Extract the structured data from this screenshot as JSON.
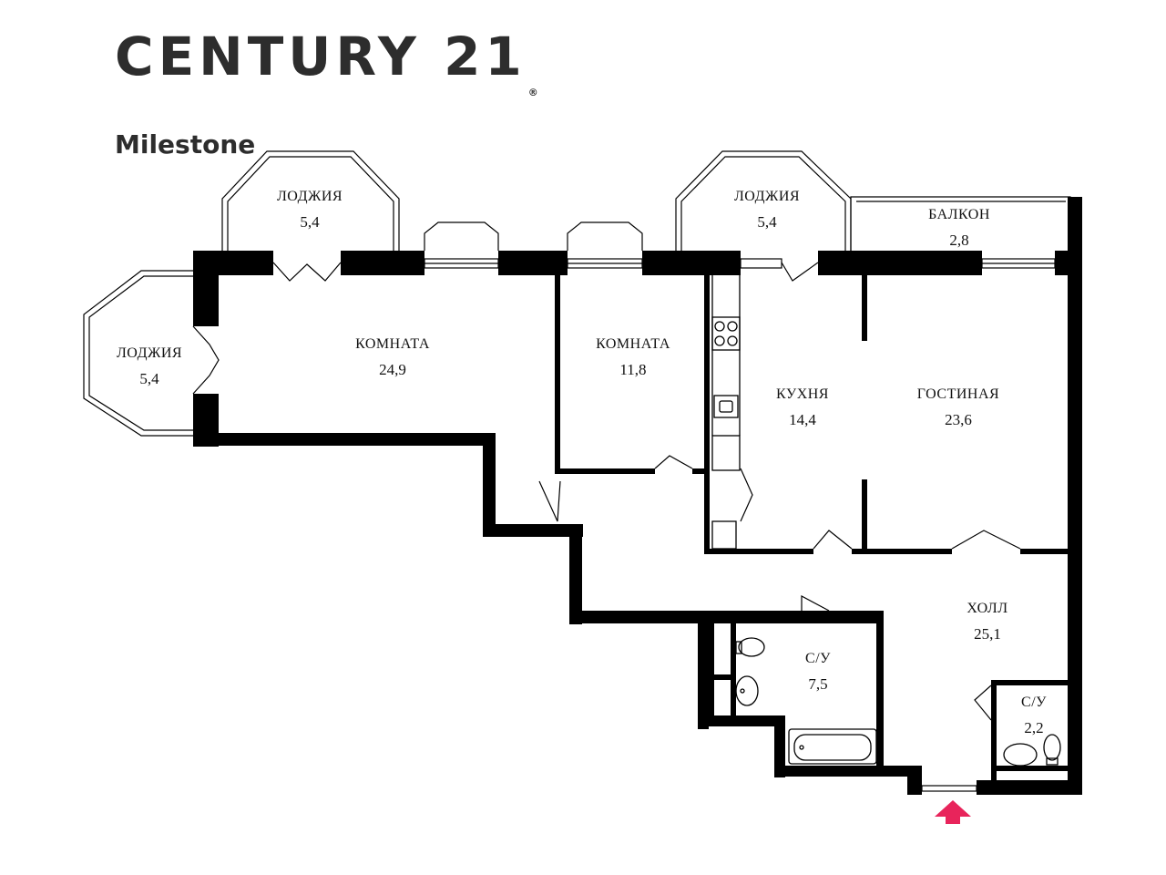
{
  "brand": {
    "name": "CENTURY 21",
    "registered": "®",
    "office": "Milestone"
  },
  "rooms": {
    "loggia_top_left": {
      "name": "ЛОДЖИЯ",
      "area": "5,4"
    },
    "loggia_top_right": {
      "name": "ЛОДЖИЯ",
      "area": "5,4"
    },
    "loggia_left": {
      "name": "ЛОДЖИЯ",
      "area": "5,4"
    },
    "balcony": {
      "name": "БАЛКОН",
      "area": "2,8"
    },
    "room_large": {
      "name": "КОМНАТА",
      "area": "24,9"
    },
    "room_small": {
      "name": "КОМНАТА",
      "area": "11,8"
    },
    "kitchen": {
      "name": "КУХНЯ",
      "area": "14,4"
    },
    "living": {
      "name": "ГОСТИНАЯ",
      "area": "23,6"
    },
    "hall": {
      "name": "ХОЛЛ",
      "area": "25,1"
    },
    "bath_large": {
      "name": "С/У",
      "area": "7,5"
    },
    "bath_small": {
      "name": "С/У",
      "area": "2,2"
    }
  },
  "colors": {
    "wall": "#000000",
    "brand_text": "#2d2d2d",
    "entrance_arrow": "#e8245b"
  },
  "icons": {
    "entrance": "arrow-up-icon",
    "stove": "stove-icon",
    "sink": "sink-icon",
    "toilet": "toilet-icon",
    "bathtub": "bathtub-icon"
  }
}
